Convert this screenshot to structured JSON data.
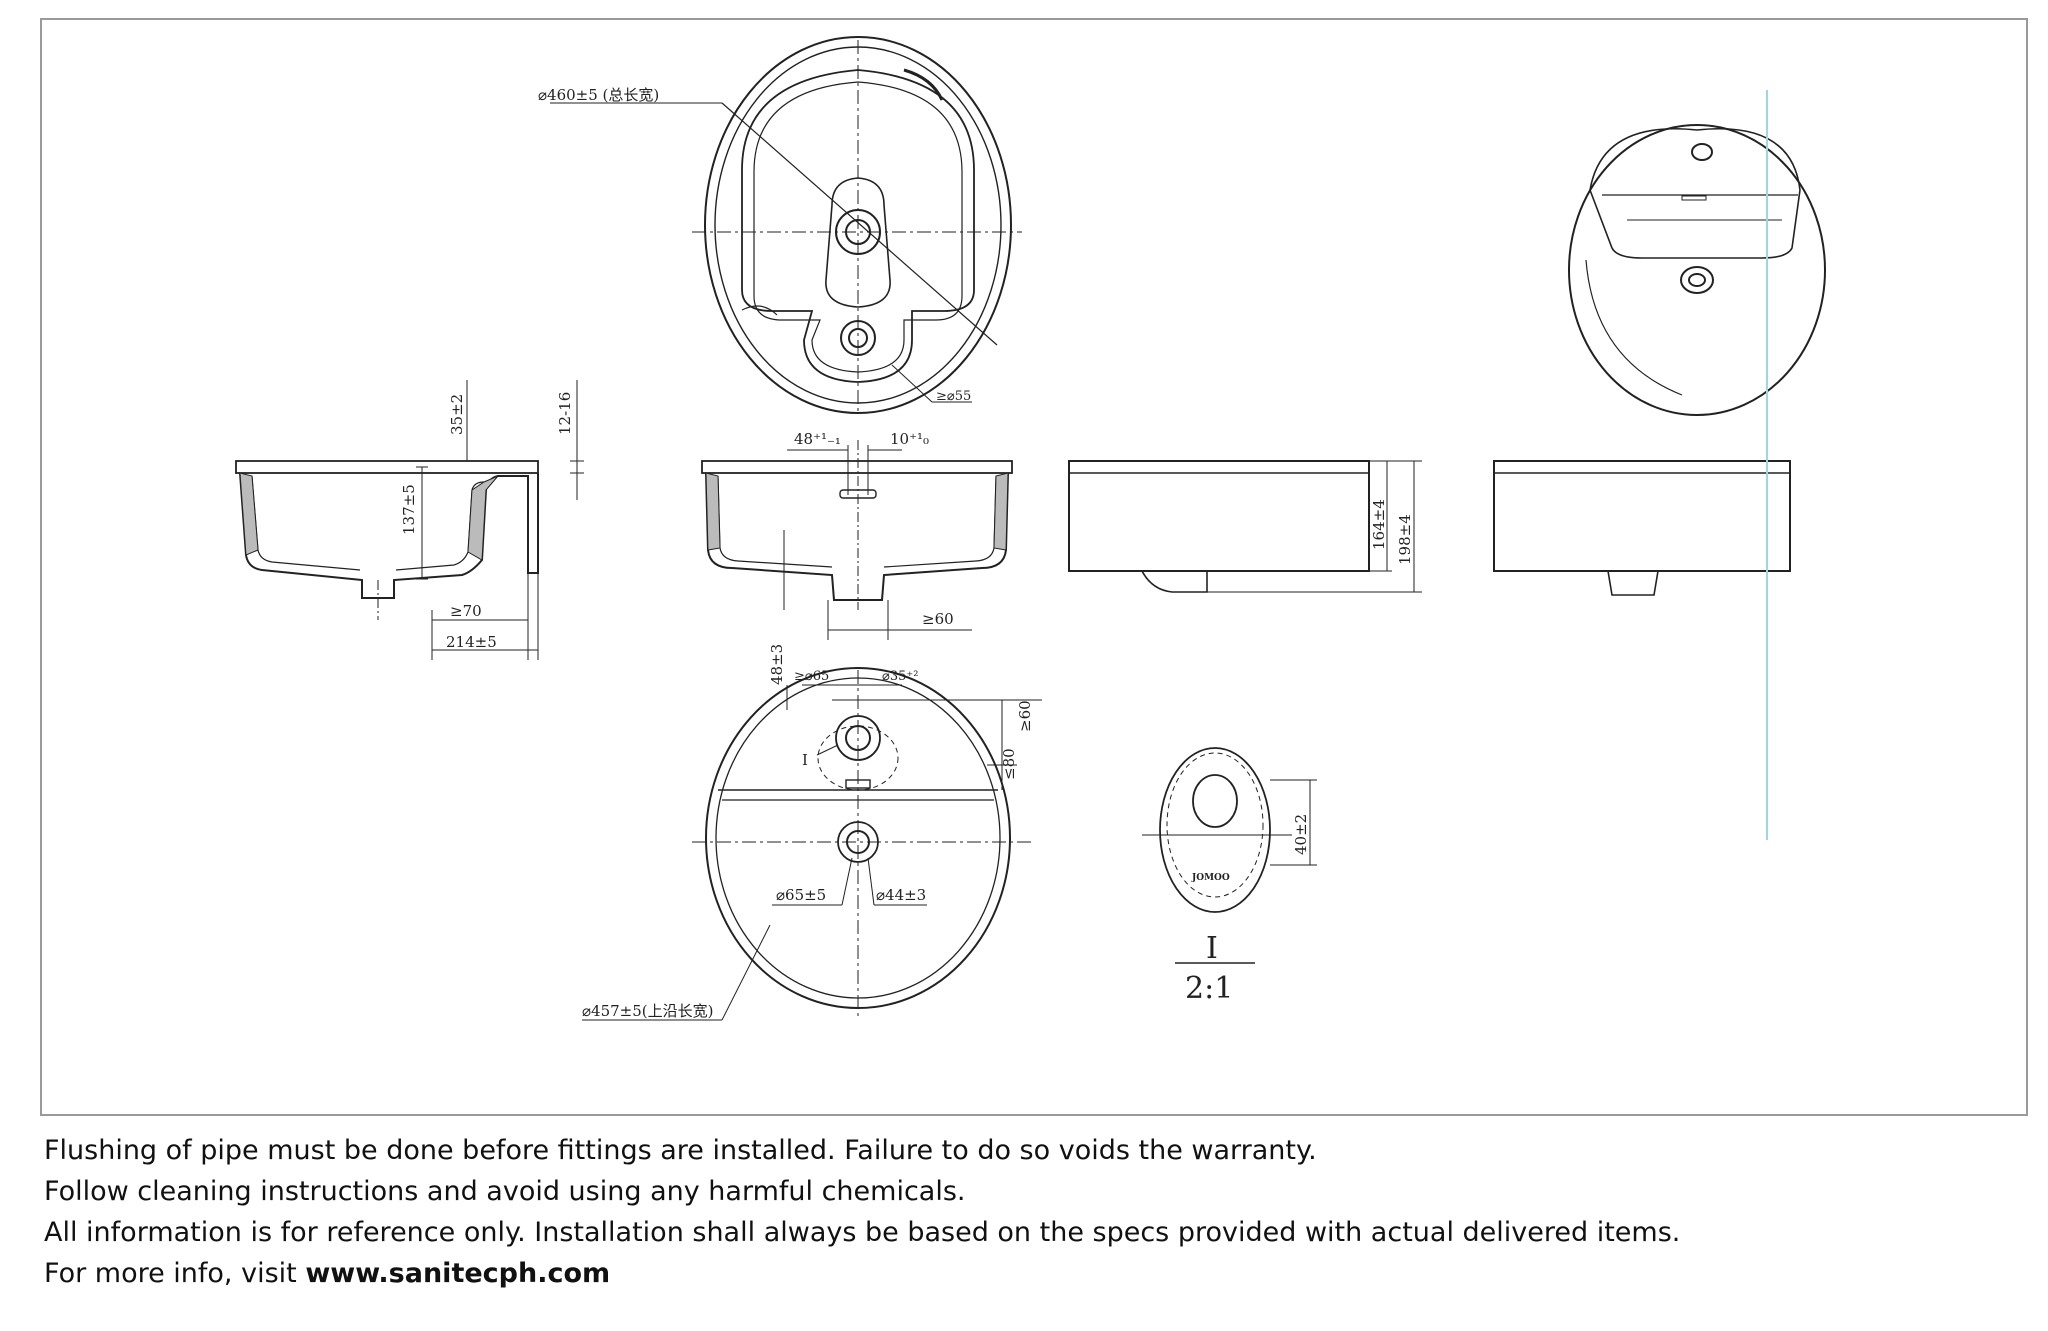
{
  "labels": {
    "top_overall_dia": "⌀460±5 (总长宽)",
    "top_drain_min": "≥⌀55",
    "sec_height_inner": "137±5",
    "sec_rim_thk": "35±2",
    "sec_wall": "12-16",
    "sec_min70": "≥70",
    "sec_width214": "214±5",
    "front_48": "48⁺¹₋₁",
    "front_10": "10⁺¹₀",
    "front_min60": "≥60",
    "side_164": "164±4",
    "side_198": "198±4",
    "plan_48": "48±3",
    "plan_min65": "≥⌀65",
    "plan_35": "⌀35⁺²",
    "plan_min60": "≥60",
    "plan_80": "≤80",
    "plan_detail_ref": "I",
    "plan_drain_dia": "⌀65±5",
    "plan_hole_dia": "⌀44±3",
    "plan_rim_dia": "⌀457±5(上沿长宽)",
    "detail_dim": "40±2",
    "detail_brand": "JOMOO",
    "detail_title": "I",
    "detail_scale": "2:1"
  },
  "notes": {
    "line1": "Flushing of pipe must be done before fittings are installed. Failure to do so voids the warranty.",
    "line2": "Follow cleaning instructions and avoid using any harmful chemicals.",
    "line3": "All information is for reference only. Installation shall always be based on the specs provided with actual delivered items.",
    "line4_prefix": "For more info, visit ",
    "line4_link": "www.sanitecph.com"
  }
}
